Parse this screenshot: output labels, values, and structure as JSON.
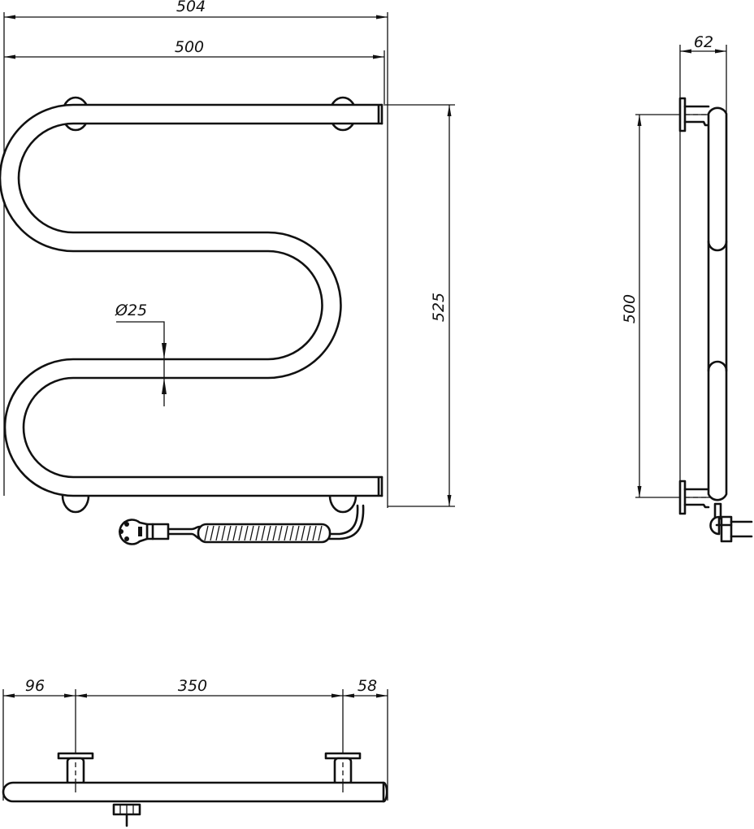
{
  "drawing": {
    "title": "M-shaped electric towel rail — technical drawing",
    "views": [
      "front",
      "side",
      "bottom"
    ],
    "front_view": {
      "overall_width_label": "504",
      "tube_width_label": "500",
      "height_label": "525",
      "tube_diameter_label": "Ø25"
    },
    "side_view": {
      "depth_label": "62",
      "mount_spacing_label": "500"
    },
    "bottom_view": {
      "left_offset_label": "96",
      "mount_spacing_label": "350",
      "right_offset_label": "58"
    },
    "components": [
      "tube",
      "wall-mount-bracket",
      "coiled-power-cord",
      "power-plug"
    ],
    "line_color": "#111111",
    "background_color": "#ffffff"
  }
}
